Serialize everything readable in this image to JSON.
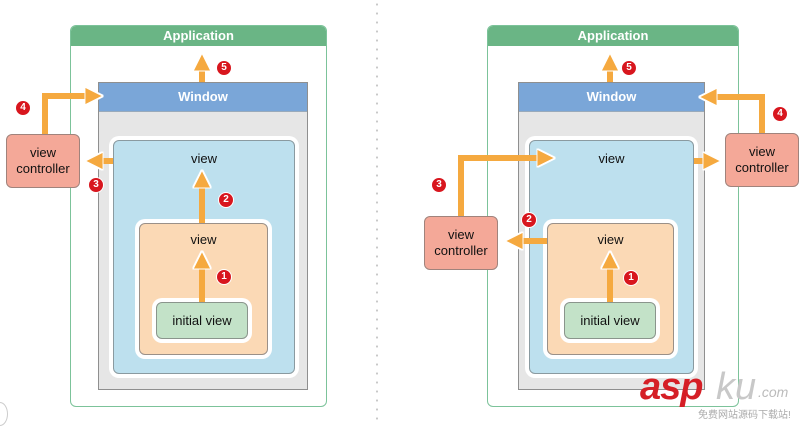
{
  "diagrams": [
    {
      "name": "left",
      "application_label": "Application",
      "window_label": "Window",
      "outer_view_label": "view",
      "inner_view_label": "view",
      "initial_view_label": "initial view",
      "view_controller_label": "view\ncontroller",
      "badges": [
        "1",
        "2",
        "3",
        "4",
        "5"
      ]
    },
    {
      "name": "right",
      "application_label": "Application",
      "window_label": "Window",
      "outer_view_label": "view",
      "inner_view_label": "view",
      "initial_view_label": "initial view",
      "view_controller_top_label": "view\ncontroller",
      "view_controller_bottom_label": "view\ncontroller",
      "badges": [
        "1",
        "2",
        "3",
        "4",
        "5"
      ]
    }
  ],
  "colors": {
    "arrow": "#f5a93f",
    "badge": "#d8161e",
    "application_header": "#6ab585",
    "window_header": "#7aa6d8",
    "view_blue": "#bde0ee",
    "view_orange": "#fbd9b5",
    "initial_view": "#c3e2c8",
    "view_controller": "#f4a898"
  },
  "watermark": {
    "brand_red": "asp",
    "brand_grey": "ku",
    "domain": ".com",
    "tagline": "免费网站源码下载站!"
  }
}
